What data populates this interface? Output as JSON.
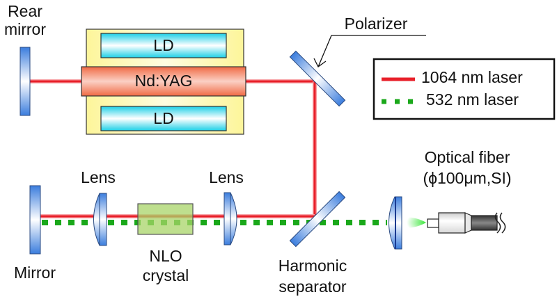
{
  "diagram": {
    "title": "Diode-pumped Nd:YAG laser with intracavity frequency doubling coupled to optical fiber",
    "components": {
      "rear_mirror": {
        "label_line1": "Rear",
        "label_line2": "mirror"
      },
      "ld_top": {
        "label": "LD"
      },
      "nd_yag": {
        "label": "Nd:YAG"
      },
      "ld_bottom": {
        "label": "LD"
      },
      "polarizer": {
        "label": "Polarizer"
      },
      "mirror": {
        "label": "Mirror"
      },
      "lens_left": {
        "label": "Lens"
      },
      "nlo_crystal": {
        "label_line1": "NLO",
        "label_line2": "crystal"
      },
      "lens_right": {
        "label": "Lens"
      },
      "harmonic_separator": {
        "label_line1": "Harmonic",
        "label_line2": "separator"
      },
      "optical_fiber": {
        "label_line1": "Optical fiber",
        "label_line2": "(ϕ100μm,SI)"
      }
    },
    "legend": {
      "items": [
        {
          "label": "1064 nm laser",
          "style": "solid",
          "color": "#e8202a"
        },
        {
          "label": "532 nm laser",
          "style": "dotted",
          "color": "#1aa81a"
        }
      ]
    },
    "colors": {
      "laser_1064": "#e8202a",
      "laser_532": "#1aa81a",
      "mirror_blue": "#3b7ddd",
      "pump_housing": "#fdfaa6",
      "ld_cyan": "#22d4ea",
      "nd_yag_orange": "#f27a55",
      "nlo_green": "#b5d97a",
      "fiber_cable": "#555555"
    }
  }
}
